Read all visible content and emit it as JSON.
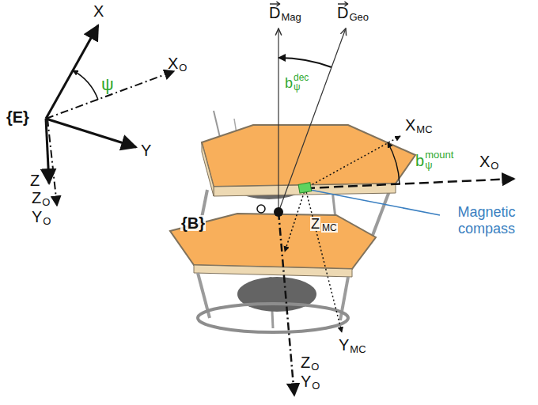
{
  "diagram": {
    "labels": [
      "X",
      "ψ",
      "X",
      "O",
      "{E}",
      "Y",
      "Z",
      "Z",
      "O",
      "Y",
      "O",
      "D",
      "Mag",
      "D",
      "Geo",
      "b",
      "ψ",
      "dec",
      "X",
      "MC",
      "b",
      "ψ",
      "mount",
      "X",
      "O",
      "{B}",
      "Z",
      "MC",
      "Y",
      "MC",
      "Magnetic compass",
      "Z",
      "O",
      "Y",
      "O"
    ]
  }
}
